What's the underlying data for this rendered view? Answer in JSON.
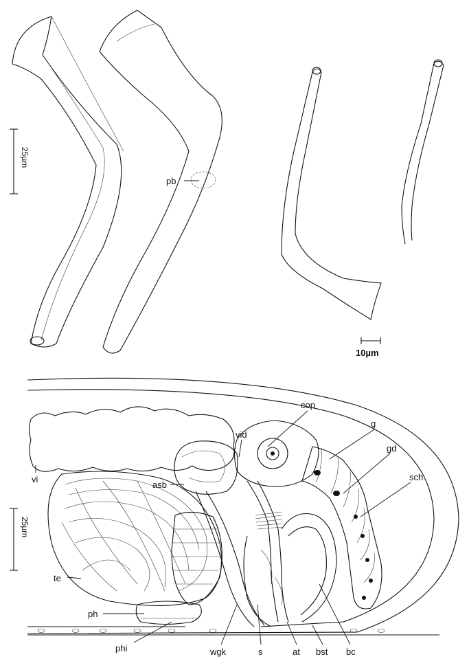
{
  "scale_bars": {
    "top_left": "25µm",
    "top_right": "10µm",
    "bottom": "25µm"
  },
  "labels": {
    "pb": "pb",
    "cop": "cop",
    "vid": "vid",
    "g": "g",
    "gd": "gd",
    "sch": "sch",
    "asb": "asb",
    "vi": "vi",
    "te": "te",
    "ph": "ph",
    "phi": "phi",
    "wgk": "wgk",
    "s": "s",
    "at": "at",
    "bst": "bst",
    "bc": "bc"
  },
  "colors": {
    "ink": "#111111",
    "stipple": "#444444",
    "paper": "#ffffff"
  }
}
